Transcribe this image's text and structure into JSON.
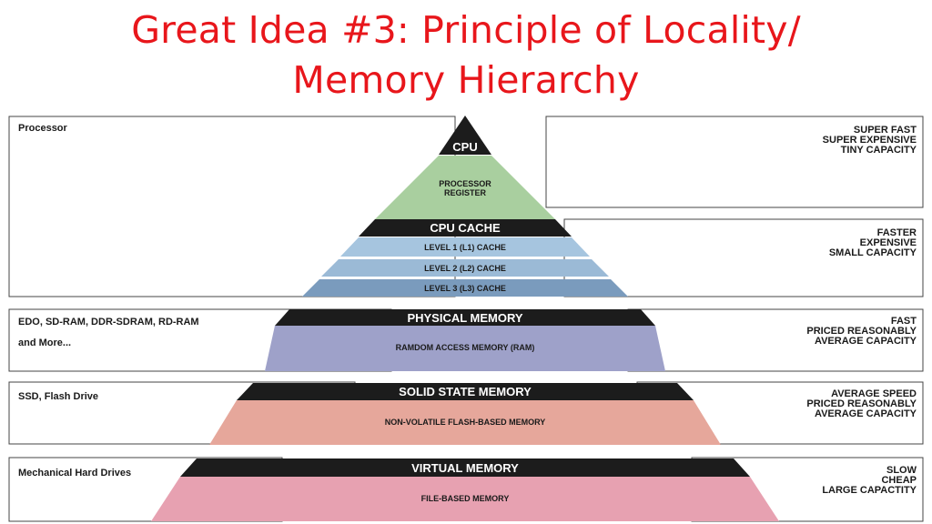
{
  "title": {
    "line1": "Great Idea #3: Principle of Locality/",
    "line2": "Memory Hierarchy"
  },
  "pyramid": {
    "cpu": "CPU",
    "register": [
      "PROCESSOR",
      "REGISTER"
    ],
    "cache_header": "CPU CACHE",
    "l1": "LEVEL 1 (L1) CACHE",
    "l2": "LEVEL 2 (L2) CACHE",
    "l3": "LEVEL 3 (L3) CACHE",
    "physical_header": "PHYSICAL MEMORY",
    "ram": "RAMDOM ACCESS MEMORY (RAM)",
    "ssd_header": "SOLID STATE MEMORY",
    "flash": "NON-VOLATILE FLASH-BASED MEMORY",
    "virtual_header": "VIRTUAL MEMORY",
    "file": "FILE-BASED MEMORY"
  },
  "left_labels": {
    "processor": "Processor",
    "ram_types_1": "EDO, SD-RAM, DDR-SDRAM, RD-RAM",
    "ram_types_2": "and More...",
    "ssd": "SSD, Flash Drive",
    "hdd": "Mechanical Hard Drives"
  },
  "right_labels": {
    "tier1": [
      "SUPER FAST",
      "SUPER EXPENSIVE",
      "TINY CAPACITY"
    ],
    "tier2": [
      "FASTER",
      "EXPENSIVE",
      "SMALL CAPACITY"
    ],
    "tier3": [
      "FAST",
      "PRICED REASONABLY",
      "AVERAGE CAPACITY"
    ],
    "tier4": [
      "AVERAGE SPEED",
      "PRICED REASONABLY",
      "AVERAGE CAPACITY"
    ],
    "tier5": [
      "SLOW",
      "CHEAP",
      "LARGE CAPACTITY"
    ]
  },
  "colors": {
    "title": "#e8161b",
    "dark_band": "#1c1c1c",
    "register": "#a9cf9f",
    "l1": "#a6c5df",
    "l2": "#9bbad6",
    "l3": "#7a9bbd",
    "ram": "#9ea1c9",
    "flash": "#e6a79b",
    "file": "#e7a1b1"
  }
}
